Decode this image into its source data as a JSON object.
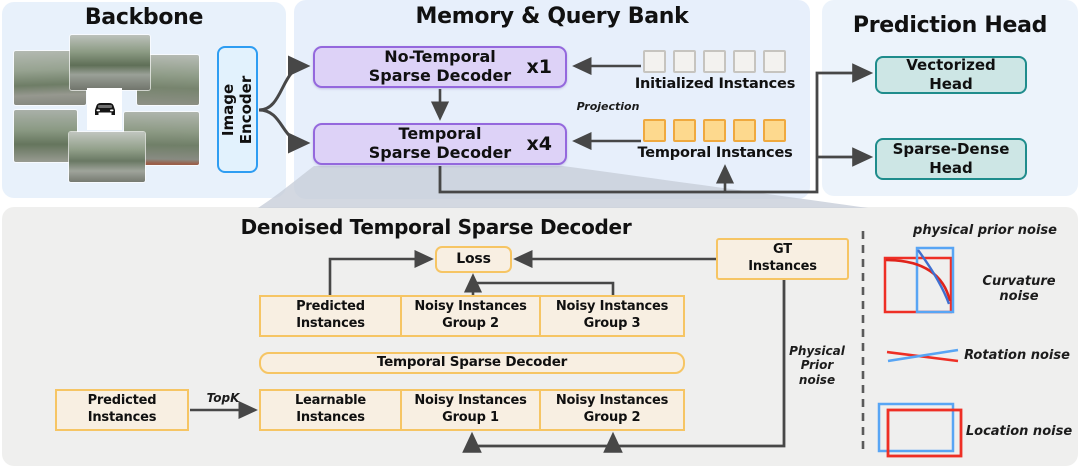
{
  "colors": {
    "panel_blue": "#e8f1fb",
    "panel_gray": "#efefee",
    "purple_fill": "#ddd2f7",
    "purple_border": "#9468dd",
    "encoder_border": "#2e9df2",
    "teal_fill": "#cde6e5",
    "teal_border": "#1f8c8c",
    "cream_fill": "#f8efe2",
    "orange_border": "#f6c564",
    "token_orange": "#fdd98e",
    "token_gray": "#f3f2ef",
    "arrow": "#474747",
    "noise_red": "#ee2f25",
    "noise_blue": "#58a5f4"
  },
  "backbone": {
    "title": "Backbone",
    "encoder": {
      "line1": "Image",
      "line2": "Encoder"
    }
  },
  "memory": {
    "title": "Memory & Query Bank",
    "no_temporal": {
      "line1": "No-Temporal",
      "line2": "Sparse Decoder",
      "mult": "x1"
    },
    "temporal": {
      "line1": "Temporal",
      "line2": "Sparse Decoder",
      "mult": "x4"
    },
    "initialized_label": "Initialized Instances",
    "temporal_label": "Temporal Instances",
    "projection_label": "Projection"
  },
  "prediction": {
    "title": "Prediction Head",
    "vectorized": {
      "line1": "Vectorized",
      "line2": "Head"
    },
    "sparse_dense": {
      "line1": "Sparse-Dense",
      "line2": "Head"
    }
  },
  "denoiser": {
    "title": "Denoised Temporal Sparse Decoder",
    "loss": "Loss",
    "gt": {
      "line1": "GT",
      "line2": "Instances"
    },
    "row_top": [
      {
        "line1": "Predicted",
        "line2": "Instances"
      },
      {
        "line1": "Noisy Instances",
        "line2": "Group 2"
      },
      {
        "line1": "Noisy Instances",
        "line2": "Group 3"
      }
    ],
    "decoder_bar": "Temporal Sparse Decoder",
    "row_bottom": [
      {
        "line1": "Learnable",
        "line2": "Instances"
      },
      {
        "line1": "Noisy Instances",
        "line2": "Group 1"
      },
      {
        "line1": "Noisy Instances",
        "line2": "Group 2"
      }
    ],
    "predicted_input": {
      "line1": "Predicted",
      "line2": "Instances"
    },
    "topk_label": "TopK",
    "physical_prior": {
      "line1": "Physical",
      "line2": "Prior",
      "line3": "noise"
    }
  },
  "legend": {
    "title": "physical prior noise",
    "items": [
      {
        "label": "Curvature noise"
      },
      {
        "label": "Rotation noise"
      },
      {
        "label": "Location noise"
      }
    ]
  }
}
